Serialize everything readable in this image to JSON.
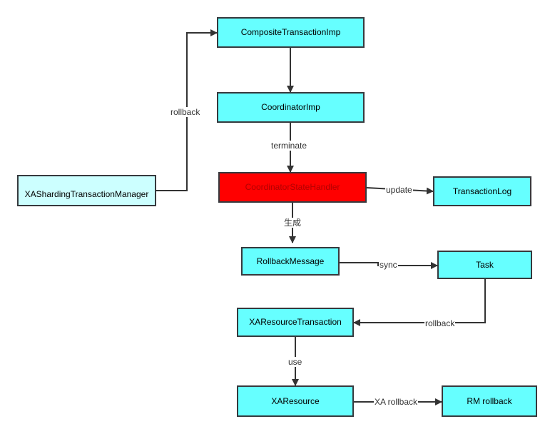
{
  "nodes": {
    "composite": "CompositeTransactionImp",
    "coordinator": "CoordinatorImp",
    "state_handler": "CoordinatorStateHandler",
    "xa_sharding": "XAShardingTransactionManager",
    "transaction_log": "TransactionLog",
    "rollback_message": "RollbackMessage",
    "task": "Task",
    "xa_resource_transaction": "XAResourceTransaction",
    "xa_resource": "XAResource",
    "rm_rollback": "RM rollback"
  },
  "edges": {
    "rollback_top": "rollback",
    "terminate": "terminate",
    "update": "update",
    "generate": "生成",
    "sync": "sync",
    "rollback_task": "rollback",
    "use": "use",
    "xa_rollback": "XA rollback"
  },
  "colors": {
    "node_fill": "#66ffff",
    "node_fill_light": "#ccffff",
    "highlight_fill": "#ff0000",
    "highlight_text": "#b20000",
    "stroke": "#36393d"
  }
}
